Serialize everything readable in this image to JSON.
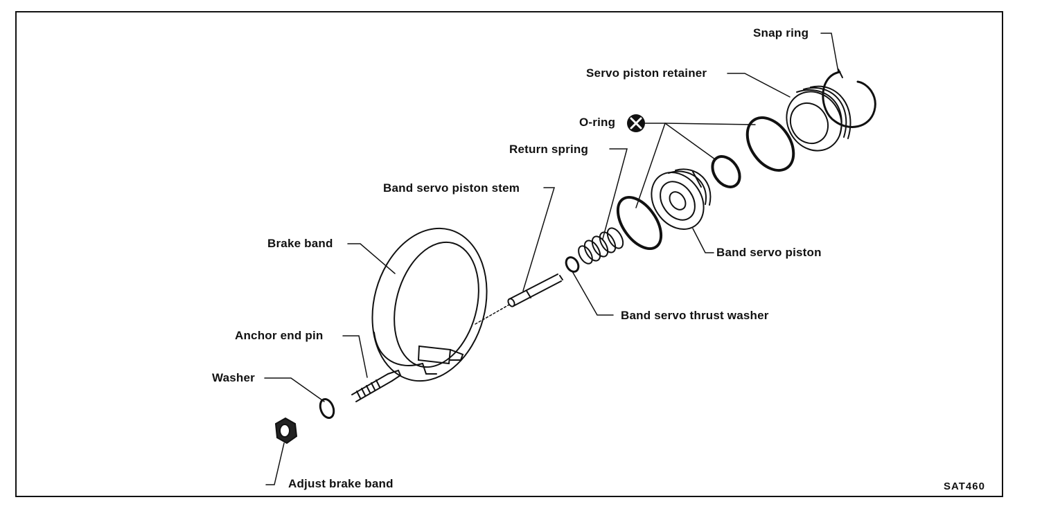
{
  "labels": {
    "snap_ring": "Snap ring",
    "servo_piston_retainer": "Servo piston retainer",
    "o_ring": "O-ring",
    "return_spring": "Return spring",
    "band_servo_piston_stem": "Band servo piston stem",
    "brake_band": "Brake band",
    "band_servo_piston": "Band servo piston",
    "band_servo_thrust_washer": "Band servo thrust washer",
    "anchor_end_pin": "Anchor end pin",
    "washer": "Washer",
    "adjust_brake_band": "Adjust brake band"
  },
  "figure_code": "SAT460",
  "icons": {
    "o_ring_symbol": "x-circle-icon"
  }
}
